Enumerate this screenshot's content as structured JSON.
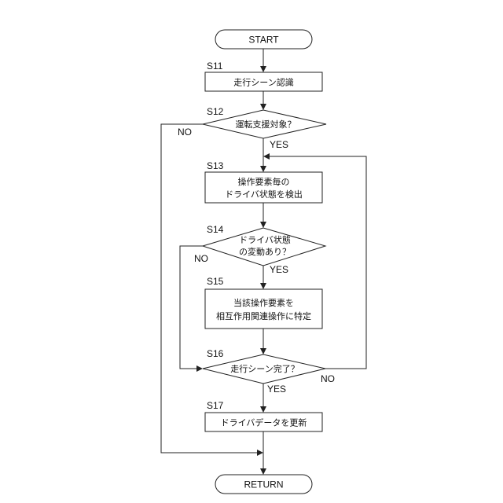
{
  "flowchart": {
    "start": "START",
    "end": "RETURN",
    "steps": {
      "s11": {
        "id": "S11",
        "lines": [
          "走行シーン認識"
        ]
      },
      "s12": {
        "id": "S12",
        "lines": [
          "運転支援対象？"
        ],
        "yes": "YES",
        "no": "NO"
      },
      "s13": {
        "id": "S13",
        "lines": [
          "操作要素毎の",
          "ドライバ状態を検出"
        ]
      },
      "s14": {
        "id": "S14",
        "lines": [
          "ドライバ状態",
          "の変動あり？"
        ],
        "yes": "YES",
        "no": "NO"
      },
      "s15": {
        "id": "S15",
        "lines": [
          "当該操作要素を",
          "相互作用関連操作に特定"
        ]
      },
      "s16": {
        "id": "S16",
        "lines": [
          "走行シーン完了？"
        ],
        "yes": "YES",
        "no": "NO"
      },
      "s17": {
        "id": "S17",
        "lines": [
          "ドライバデータを更新"
        ]
      }
    }
  }
}
